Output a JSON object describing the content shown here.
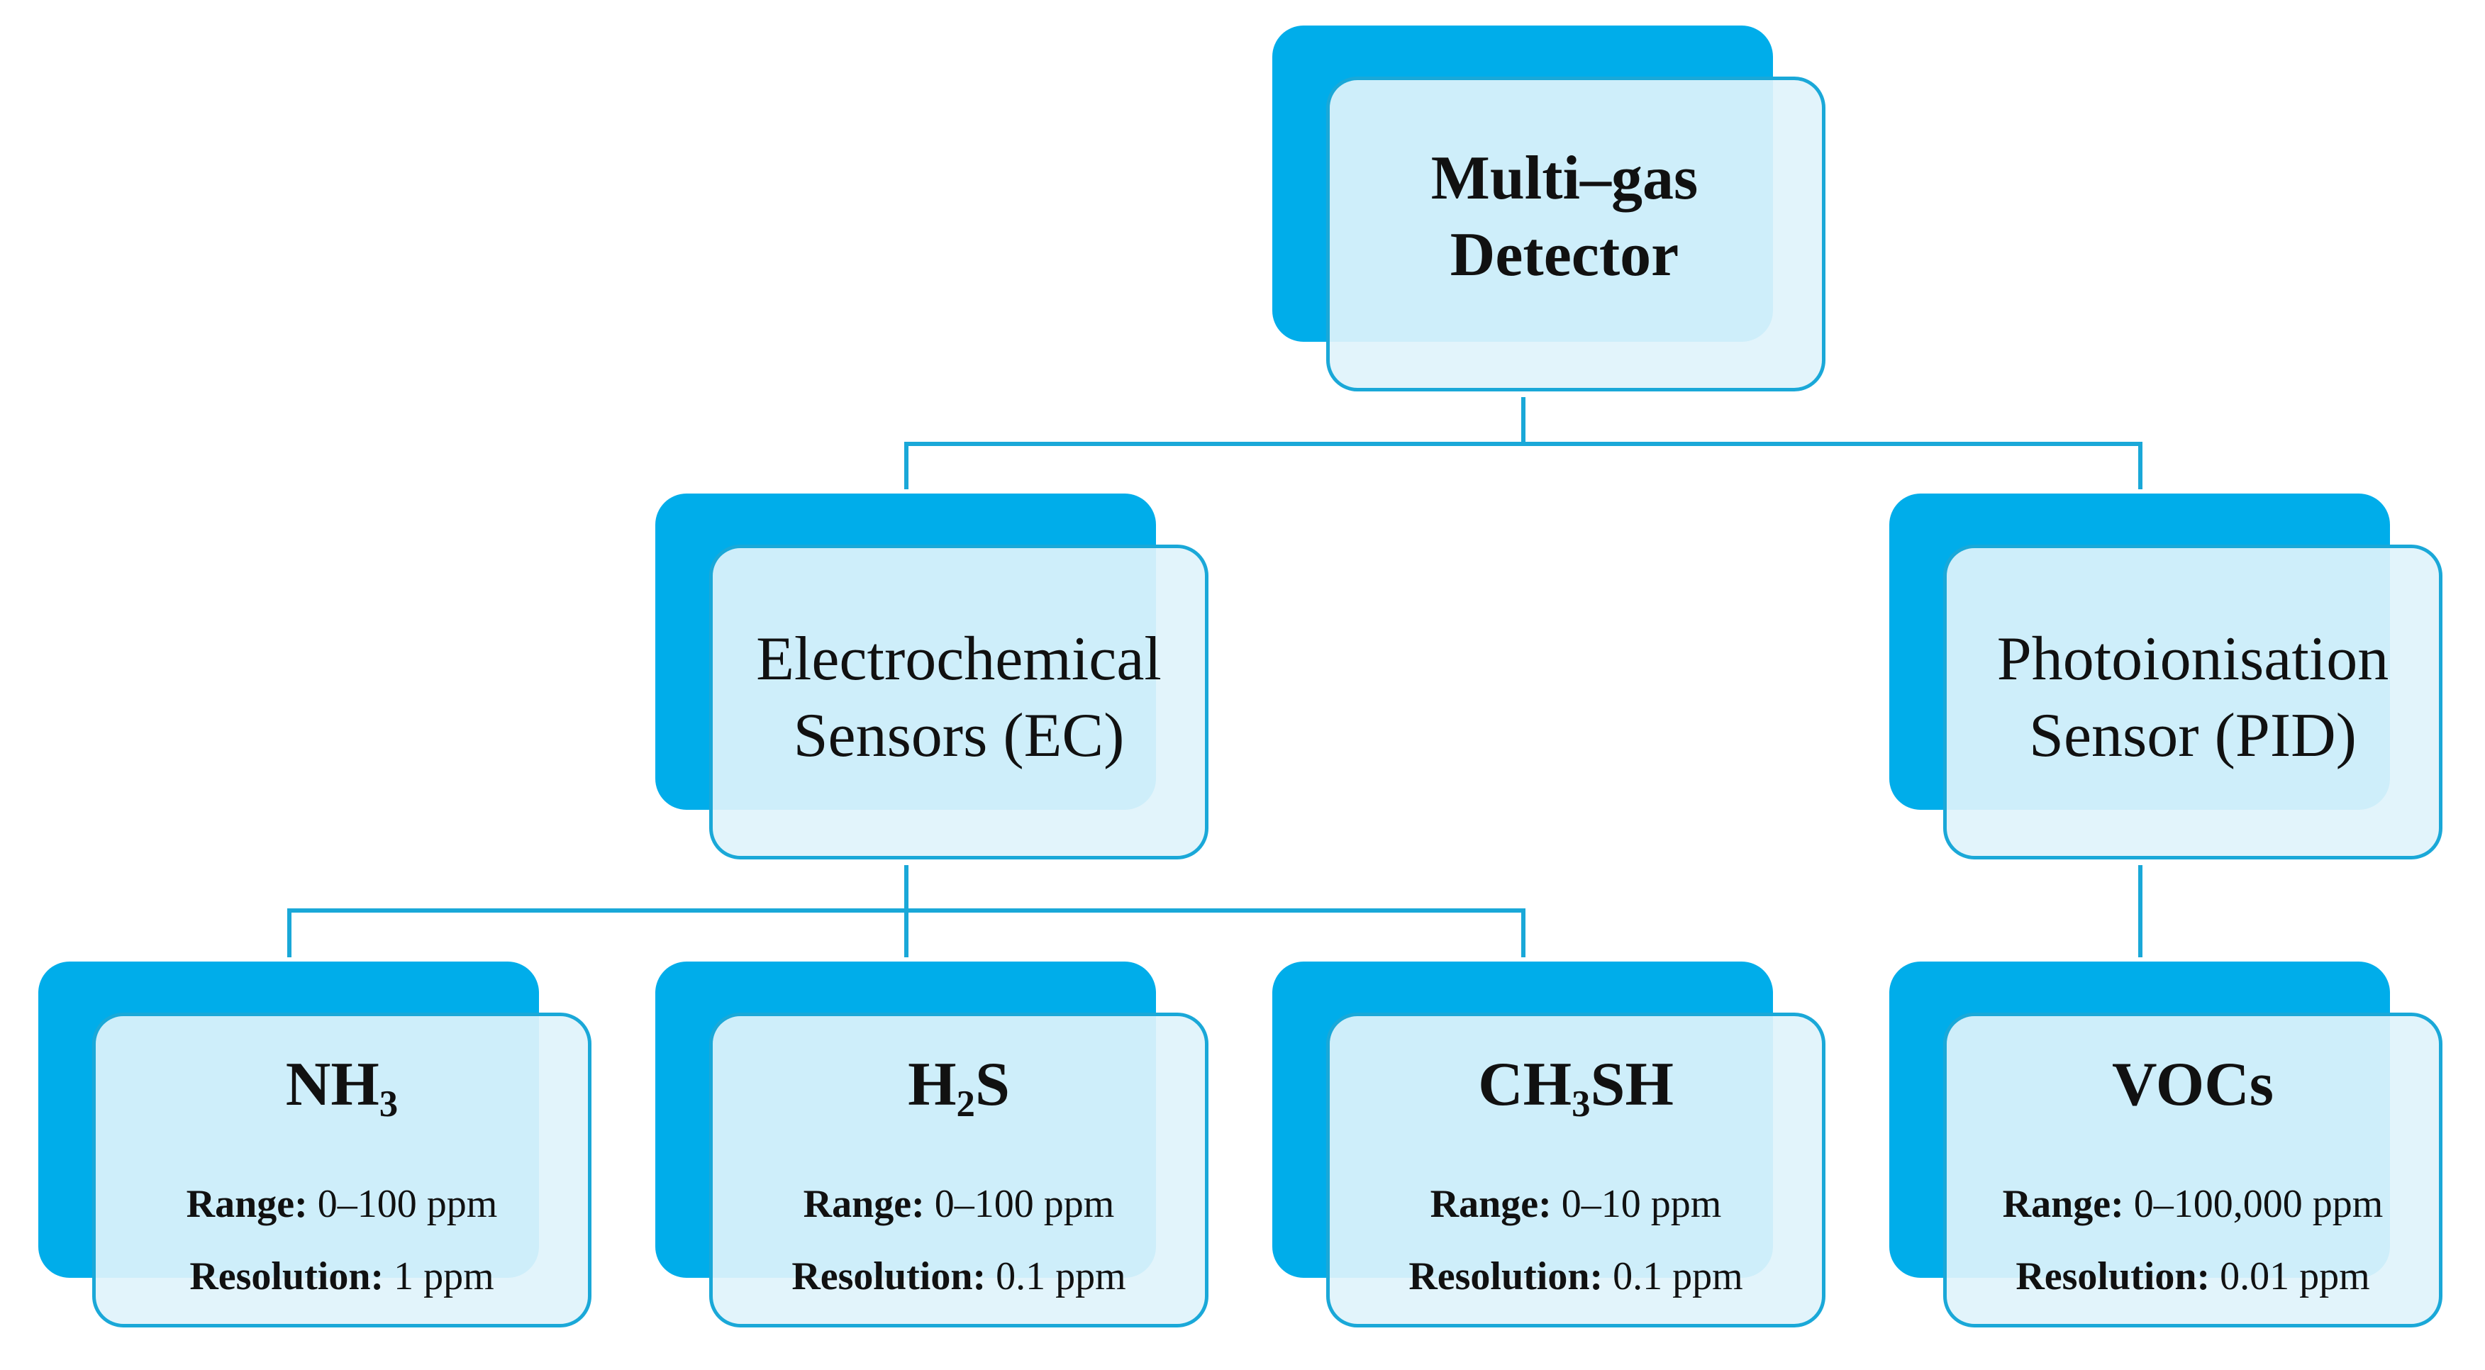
{
  "root": {
    "line1": "Multi–gas",
    "line2": "Detector"
  },
  "categories": [
    {
      "id": "ec",
      "line1": "Electrochemical",
      "line2": "Sensors (EC)"
    },
    {
      "id": "pid",
      "line1": "Photoionisation",
      "line2": "Sensor (PID)"
    }
  ],
  "gases": [
    {
      "id": "nh3",
      "label_main": "NH",
      "label_sub": "3",
      "label_tail": "",
      "range_label": "Range:",
      "range": "0–100 ppm",
      "resolution_label": "Resolution:",
      "resolution": "1 ppm"
    },
    {
      "id": "h2s",
      "label_main": "H",
      "label_sub": "2",
      "label_tail": "S",
      "range_label": "Range:",
      "range": "0–100 ppm",
      "resolution_label": "Resolution:",
      "resolution": "0.1 ppm"
    },
    {
      "id": "ch3sh",
      "label_main": "CH",
      "label_sub": "3",
      "label_tail": "SH",
      "range_label": "Range:",
      "range": "0–10 ppm",
      "resolution_label": "Resolution:",
      "resolution": "0.1 ppm"
    },
    {
      "id": "vocs",
      "label_main": "VOCs",
      "label_sub": "",
      "label_tail": "",
      "range_label": "Range:",
      "range": "0–100,000 ppm",
      "resolution_label": "Resolution:",
      "resolution": "0.01 ppm"
    }
  ],
  "colors": {
    "box_back": "#00adea",
    "box_front": "#e0f3fb",
    "box_border": "#1aa8d8",
    "connector": "#1aa8d8"
  }
}
